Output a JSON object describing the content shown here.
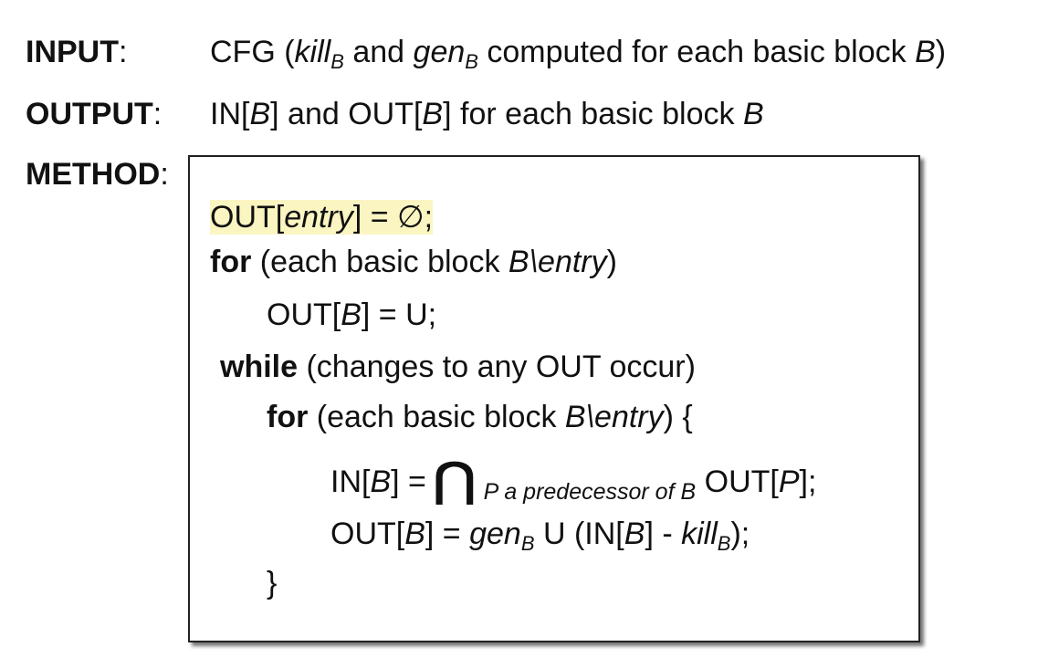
{
  "header": {
    "input_label": "INPUT",
    "output_label": "OUTPUT",
    "method_label": "METHOD",
    "colon": ":",
    "input_desc": {
      "pre": "CFG (",
      "kill": "kill",
      "kill_sub": "B",
      "and": " and ",
      "gen": "gen",
      "gen_sub": "B",
      "post": " computed for each basic block ",
      "b": "B",
      "close": ")"
    },
    "output_desc": {
      "in_pre": "IN[",
      "b1": "B",
      "in_post": "] and OUT[",
      "b2": "B",
      "out_post": "] for each basic block ",
      "b3": "B"
    }
  },
  "algorithm": {
    "l1": {
      "out": "OUT[",
      "entry": "entry",
      "rest": "] = ∅;"
    },
    "l2": {
      "kw": "for",
      "pre": " (each basic block ",
      "b": "B\\entry",
      "post": ")"
    },
    "l3": {
      "pre": "OUT[",
      "b": "B",
      "post": "] = U;"
    },
    "l4": {
      "kw": "while",
      "rest": " (changes to any OUT occur)"
    },
    "l5": {
      "kw": "for",
      "pre": " (each basic block ",
      "b": "B\\entry",
      "post": ") {"
    },
    "l6": {
      "pre": "IN[",
      "b": "B",
      "mid": "] = ",
      "cap": "⋂",
      "sub": "P a predecessor of B",
      "out": " OUT[",
      "p": "P",
      "post": "];"
    },
    "l7": {
      "pre": "OUT[",
      "b1": "B",
      "mid": "] = ",
      "gen": "gen",
      "gen_sub": "B",
      "union": " U (IN[",
      "b2": "B",
      "minus": "] - ",
      "kill": "kill",
      "kill_sub": "B",
      "post": ");"
    },
    "l8": {
      "brace": "}"
    }
  },
  "colors": {
    "highlight": "#fbf5c2",
    "text": "#111111",
    "border": "#222222"
  }
}
